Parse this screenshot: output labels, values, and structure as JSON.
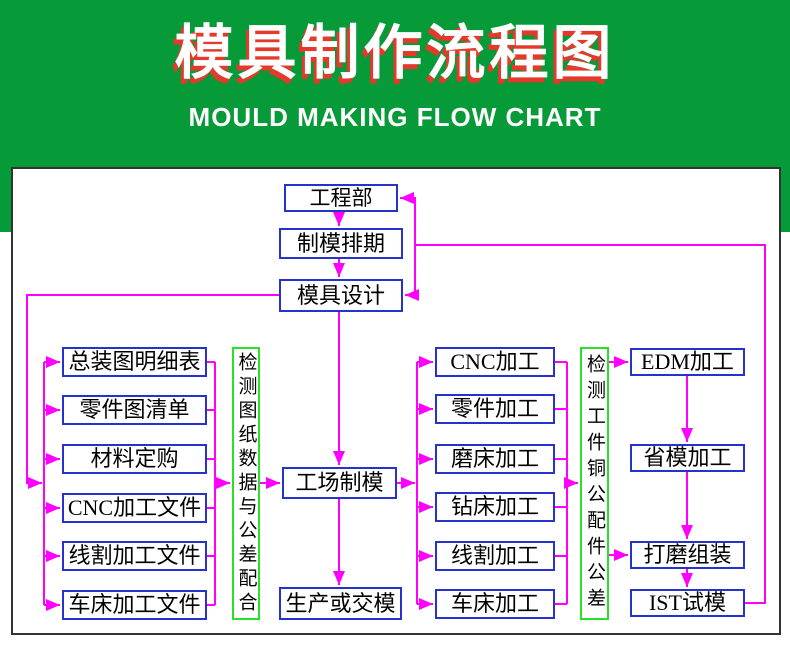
{
  "header": {
    "title": "模具制作流程图",
    "subtitle": "MOULD MAKING FLOW CHART"
  },
  "flowchart": {
    "top_column": [
      "工程部",
      "制模排期",
      "模具设计"
    ],
    "left_column": [
      "总装图明细表",
      "零件图清单",
      "材料定购",
      "CNC加工文件",
      "线割加工文件",
      "车床加工文件"
    ],
    "inspection_bar_left": "检测图纸数据与公差配合",
    "center": {
      "workshop": "工场制模",
      "delivery": "生产或交模"
    },
    "mid_right_column": [
      "CNC加工",
      "零件加工",
      "磨床加工",
      "钻床加工",
      "线割加工",
      "车床加工"
    ],
    "inspection_bar_right": "检测工件铜公配件公差",
    "right_column": [
      "EDM加工",
      "省模加工",
      "打磨组装",
      "IST试模"
    ]
  },
  "colors": {
    "header_green": "#069a38",
    "title_text": "#ffffff",
    "title_shadow_red": "#e4392b",
    "subtitle_text": "#ffffff",
    "box_border_blue": "#2533cc",
    "bar_border_green": "#2be02b",
    "connector_magenta": "#ff00ff",
    "panel_border": "#333333",
    "box_text": "#000000"
  }
}
